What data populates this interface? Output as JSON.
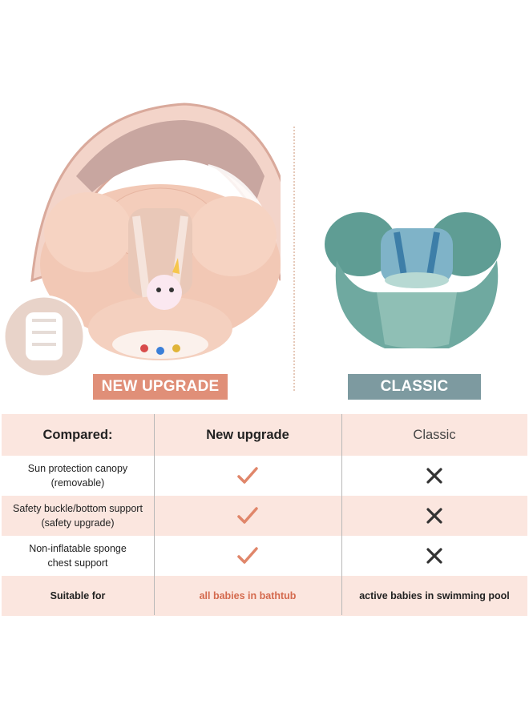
{
  "labels": {
    "new_upgrade": "NEW UPGRADE",
    "classic": "CLASSIC"
  },
  "table": {
    "headers": [
      "Compared:",
      "New upgrade",
      "Classic"
    ],
    "rows": [
      {
        "feature_line1": "Sun protection canopy",
        "feature_line2": "(removable)",
        "new": "check-icon",
        "classic": "cross-icon"
      },
      {
        "feature_line1": "Safety buckle/bottom support",
        "feature_line2": "(safety upgrade)",
        "new": "check-icon",
        "classic": "cross-icon"
      },
      {
        "feature_line1": "Non-inflatable sponge",
        "feature_line2": "chest support",
        "new": "check-icon",
        "classic": "cross-icon"
      }
    ],
    "suitable": {
      "label": "Suitable for",
      "new": "all babies in bathtub",
      "classic": "active babies in swimming pool"
    }
  },
  "colors": {
    "accent_new": "#e08f78",
    "accent_classic": "#7d9aa0",
    "table_pink": "#fbe6df",
    "check": "#e0866a",
    "cross": "#333333"
  }
}
